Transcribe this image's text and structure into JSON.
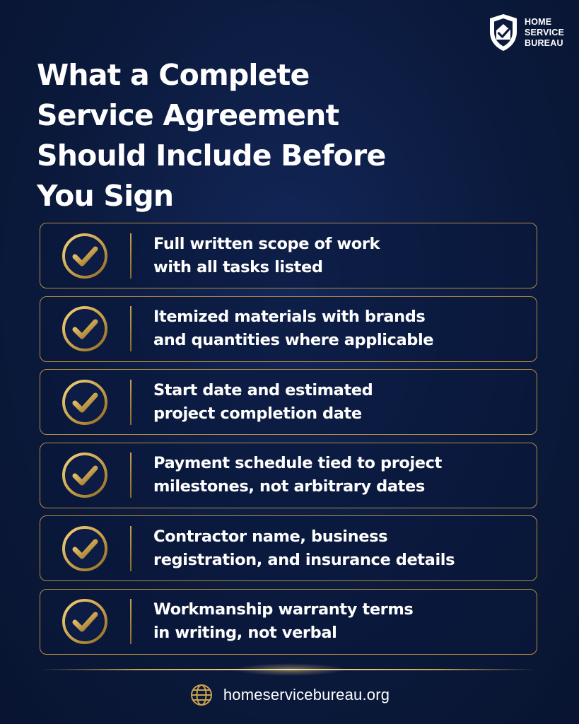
{
  "brand": {
    "lines": [
      "HOME",
      "SERVICE",
      "BUREAU"
    ],
    "icon": "shield-check-icon",
    "accent_color": "#c9a24f"
  },
  "title_lines": [
    "What a Complete",
    "Service Agreement",
    "Should Include Before",
    "You Sign"
  ],
  "items": [
    {
      "icon": "check-circle-icon",
      "lines": [
        "Full written scope of work",
        "with all tasks listed"
      ]
    },
    {
      "icon": "check-circle-icon",
      "lines": [
        "Itemized materials with brands",
        "and quantities where applicable"
      ]
    },
    {
      "icon": "check-circle-icon",
      "lines": [
        "Start date and estimated",
        "project completion date"
      ]
    },
    {
      "icon": "check-circle-icon",
      "lines": [
        "Payment schedule tied to project",
        "milestones, not arbitrary dates"
      ]
    },
    {
      "icon": "check-circle-icon",
      "lines": [
        "Contractor name, business",
        "registration, and insurance details"
      ]
    },
    {
      "icon": "check-circle-icon",
      "lines": [
        "Workmanship warranty terms",
        "in writing, not verbal"
      ]
    }
  ],
  "footer": {
    "icon": "globe-icon",
    "url": "homeservicebureau.org"
  },
  "colors": {
    "background": "#0b1a3d",
    "gold": "#c9a24f",
    "text": "#ffffff"
  }
}
